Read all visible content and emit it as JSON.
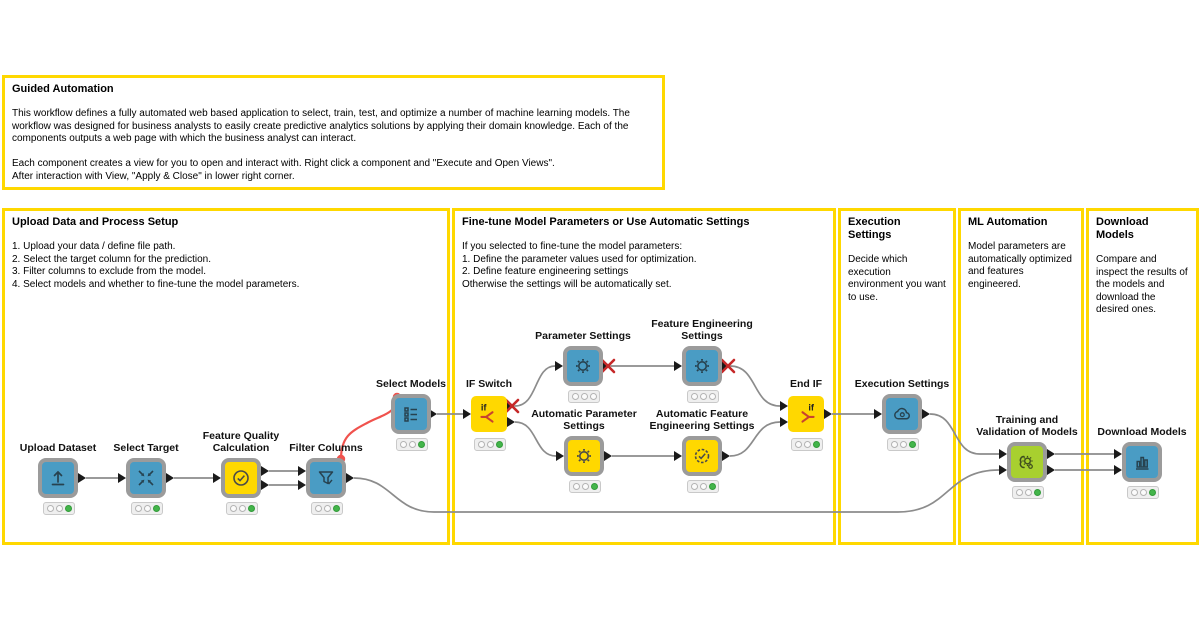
{
  "colors": {
    "annotation-border": "#FFD800",
    "node-yellow": "#FFD800",
    "node-blue": "#4A9CC4",
    "node-green": "#A8D02F",
    "node-frame": "#9B9B9B",
    "connection-gray": "#8C8C8C",
    "flow-variable-red": "#F0524D",
    "inactive-x-red": "#C62828",
    "traffic-green": "#43B54A",
    "port-black": "#1A1A1A"
  },
  "annotations": [
    {
      "title": "Guided Automation",
      "body": "This workflow defines a fully automated web based application to select, train, test, and optimize a number of machine learning models. The workflow was designed for business analysts to easily create predictive analytics solutions by applying their domain knowledge. Each of the components outputs a web page with which the business analyst can interact.\n\nEach component creates a view for you to open and interact with. Right click a component and \"Execute and Open Views\".\nAfter interaction with View, \"Apply & Close\" in lower right corner."
    },
    {
      "title": "Upload Data and Process Setup",
      "body": "1. Upload your data / define file path.\n2. Select the target column for the prediction.\n3. Filter columns to exclude from the model.\n4. Select models and whether to fine-tune the model parameters."
    },
    {
      "title": "Fine-tune Model Parameters or Use Automatic Settings",
      "body": "If you selected to fine-tune the model parameters:\n1. Define the parameter values used for optimization.\n2. Define feature engineering settings\nOtherwise the settings will be automatically set."
    },
    {
      "title": "Execution Settings",
      "body": "Decide which execution environment you want to use."
    },
    {
      "title": "ML Automation",
      "body": "Model parameters are automatically optimized and features engineered."
    },
    {
      "title": "Download Models",
      "body": "Compare and inspect the results of the models and download the desired ones."
    }
  ],
  "workflow": {
    "if_label": "if",
    "nodes": [
      {
        "label": "Upload Dataset",
        "state": "executed"
      },
      {
        "label": "Select Target",
        "state": "executed"
      },
      {
        "label": "Feature Quality Calculation",
        "state": "executed"
      },
      {
        "label": "Filter Columns",
        "state": "executed"
      },
      {
        "label": "Select Models",
        "state": "executed"
      },
      {
        "label": "IF Switch",
        "state": "executed"
      },
      {
        "label": "Parameter Settings",
        "state": "inactive"
      },
      {
        "label": "Feature Engineering Settings",
        "state": "inactive"
      },
      {
        "label": "Automatic Parameter Settings",
        "state": "executed"
      },
      {
        "label": "Automatic Feature Engineering Settings",
        "state": "executed"
      },
      {
        "label": "End IF",
        "state": "executed"
      },
      {
        "label": "Execution Settings",
        "state": "executed"
      },
      {
        "label": "Training and Validation of Models",
        "state": "executed"
      },
      {
        "label": "Download Models",
        "state": "executed"
      }
    ]
  }
}
